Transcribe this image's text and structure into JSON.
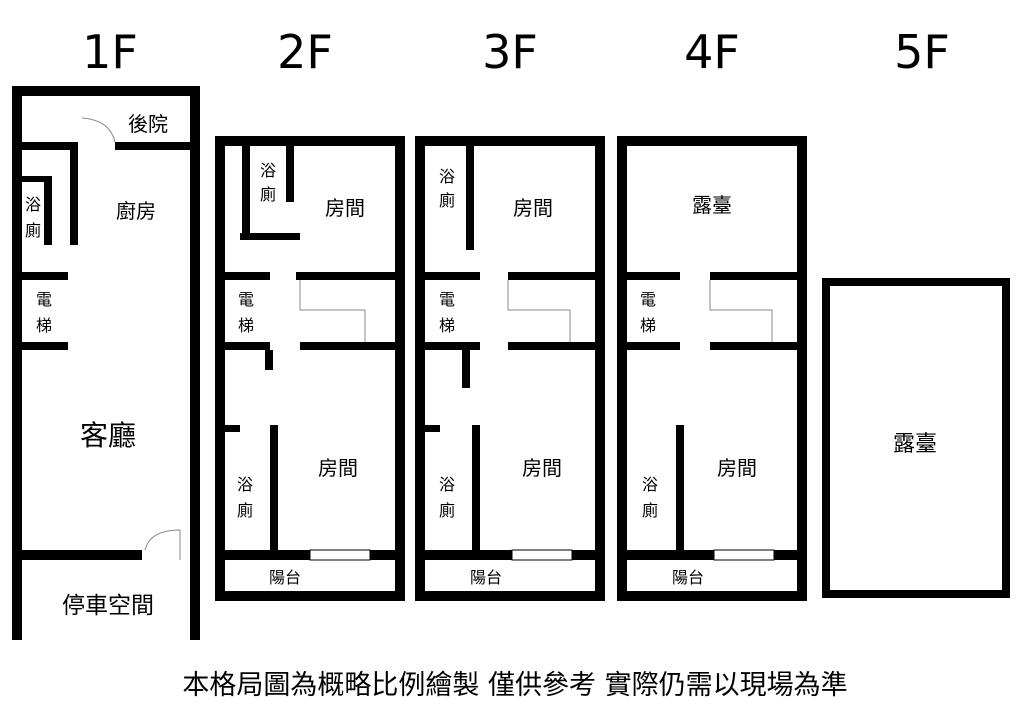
{
  "floors": {
    "f1": {
      "title": "1F",
      "backyard": "後院",
      "kitchen": "廚房",
      "bath_1": "浴",
      "bath_2": "廁",
      "elevator_1": "電",
      "elevator_2": "梯",
      "living": "客廳",
      "parking": "停車空間"
    },
    "f2": {
      "title": "2F",
      "bath_1": "浴",
      "bath_2": "廁",
      "room_top": "房間",
      "elevator_1": "電",
      "elevator_2": "梯",
      "bath_b_1": "浴",
      "bath_b_2": "廁",
      "room_bottom": "房間",
      "balcony": "陽台"
    },
    "f3": {
      "title": "3F",
      "bath_1": "浴",
      "bath_2": "廁",
      "room_top": "房間",
      "elevator_1": "電",
      "elevator_2": "梯",
      "bath_b_1": "浴",
      "bath_b_2": "廁",
      "room_bottom": "房間",
      "balcony": "陽台"
    },
    "f4": {
      "title": "4F",
      "terrace": "露臺",
      "elevator_1": "電",
      "elevator_2": "梯",
      "bath_b_1": "浴",
      "bath_b_2": "廁",
      "room_bottom": "房間",
      "balcony": "陽台"
    },
    "f5": {
      "title": "5F",
      "terrace": "露臺"
    }
  },
  "footer_note": "本格局圖為概略比例繪製 僅供參考 實際仍需以現場為準"
}
